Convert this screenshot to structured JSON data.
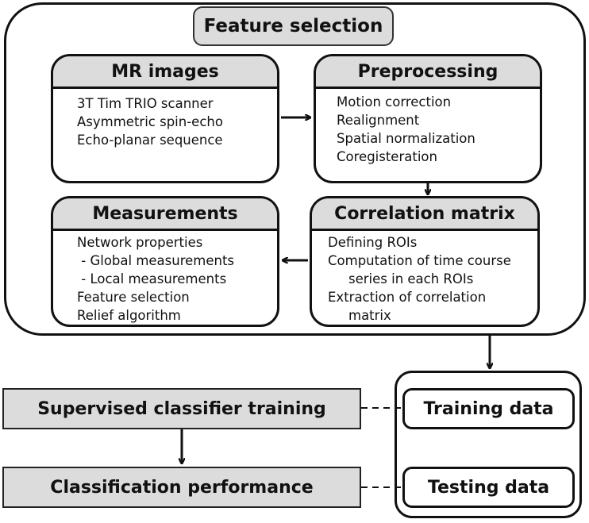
{
  "title": "Feature selection",
  "cards": {
    "mr_images": {
      "header": "MR images",
      "lines": [
        "3T Tim TRIO scanner",
        "Asymmetric spin-echo",
        "Echo-planar sequence"
      ]
    },
    "preprocessing": {
      "header": "Preprocessing",
      "lines": [
        "Motion correction",
        "Realignment",
        "Spatial normalization",
        "Coregisteration"
      ]
    },
    "measurements": {
      "header": "Measurements",
      "lines": [
        "Network properties",
        " - Global measurements",
        " - Local measurements",
        "Feature selection",
        "Relief algorithm"
      ]
    },
    "correlation_matrix": {
      "header": "Correlation matrix",
      "lines": [
        "Defining ROIs",
        "Computation of time course",
        "series in each ROIs",
        "Extraction of correlation",
        "matrix"
      ]
    }
  },
  "supervised_training": "Supervised classifier training",
  "classification_performance": "Classification performance",
  "training_data": "Training data",
  "testing_data": "Testing data"
}
